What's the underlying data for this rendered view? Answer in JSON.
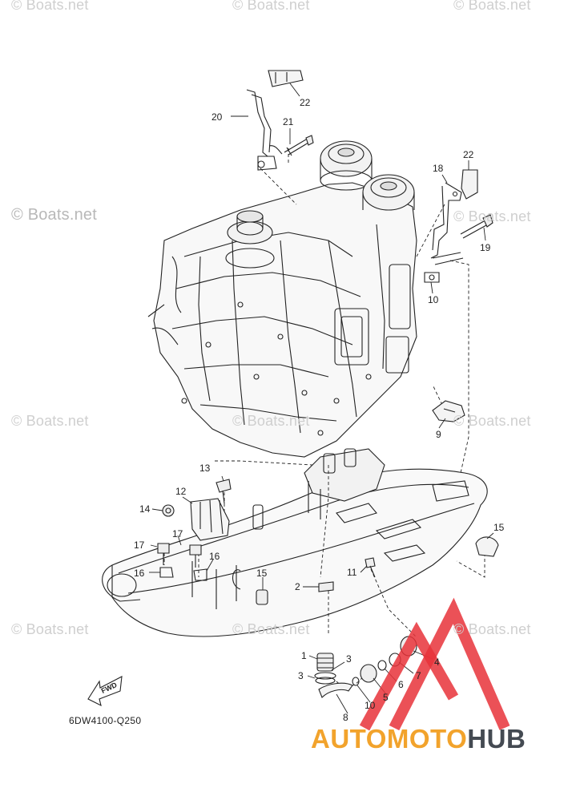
{
  "watermark": {
    "text": "© Boats.net",
    "color": "#cfcfcf"
  },
  "diagram_code": "6DW4100-Q250",
  "fwd_label": "FWD",
  "callouts": {
    "c22a": "22",
    "c20": "20",
    "c21": "21",
    "c22b": "22",
    "c18": "18",
    "c19": "19",
    "c10a": "10",
    "c9": "9",
    "c13": "13",
    "c12": "12",
    "c14": "14",
    "c15a": "15",
    "c17a": "17",
    "c17b": "17",
    "c16a": "16",
    "c16b": "16",
    "c15b": "15",
    "c11": "11",
    "c2": "2",
    "c1": "1",
    "c3a": "3",
    "c3b": "3",
    "c4": "4",
    "c7": "7",
    "c6": "6",
    "c5": "5",
    "c10b": "10",
    "c8": "8"
  },
  "brand": {
    "part1": "AUTOMOTO",
    "part2": "HUB",
    "color_primary": "#f2a32c",
    "color_secondary": "#444a52",
    "logo_color": "#e8333a"
  }
}
